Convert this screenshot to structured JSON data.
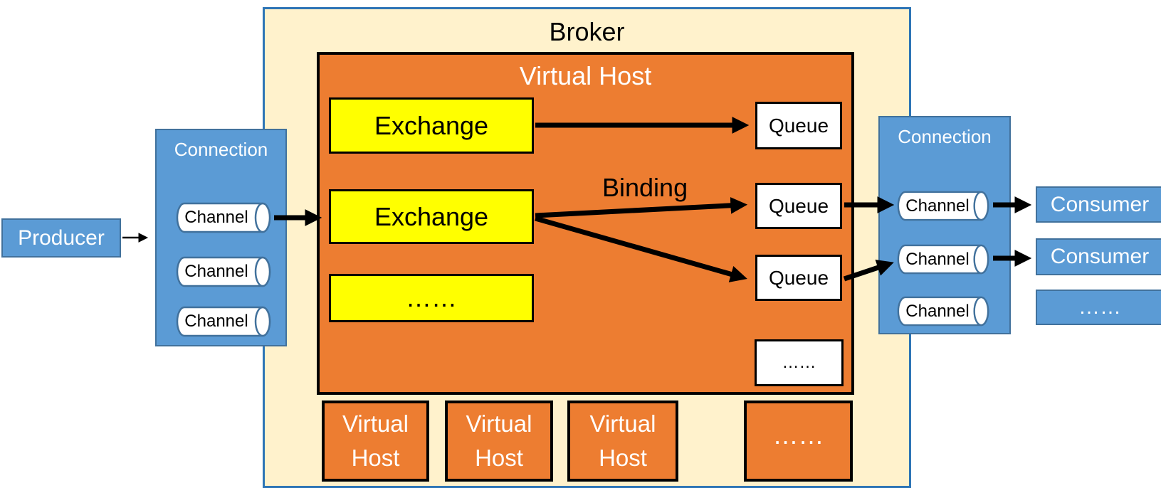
{
  "colors": {
    "blue": "#5B9BD5",
    "blue-border": "#41719C",
    "cream": "#FFF2CC",
    "cream-border": "#2E75B6",
    "orange": "#ED7D31",
    "yellow": "#FFFF00",
    "channel-border": "#41719C",
    "arrow": "#000000"
  },
  "broker": {
    "title": "Broker"
  },
  "virtual_host": {
    "title": "Virtual Host",
    "exchange_1": "Exchange",
    "exchange_2": "Exchange",
    "exchange_more": "……",
    "queue_1": "Queue",
    "queue_2": "Queue",
    "queue_3": "Queue",
    "queue_more": "……",
    "binding_label": "Binding"
  },
  "producer": {
    "label": "Producer"
  },
  "producer_connection": {
    "title": "Connection",
    "channel_1": "Channel",
    "channel_2": "Channel",
    "channel_3": "Channel"
  },
  "consumer_connection": {
    "title": "Connection",
    "channel_1": "Channel",
    "channel_2": "Channel",
    "channel_3": "Channel"
  },
  "consumers": {
    "consumer_1": "Consumer",
    "consumer_2": "Consumer",
    "more": "……"
  },
  "virtual_host_row": {
    "vh_1": "Virtual Host",
    "vh_2": "Virtual Host",
    "vh_3": "Virtual Host",
    "more": "……"
  }
}
